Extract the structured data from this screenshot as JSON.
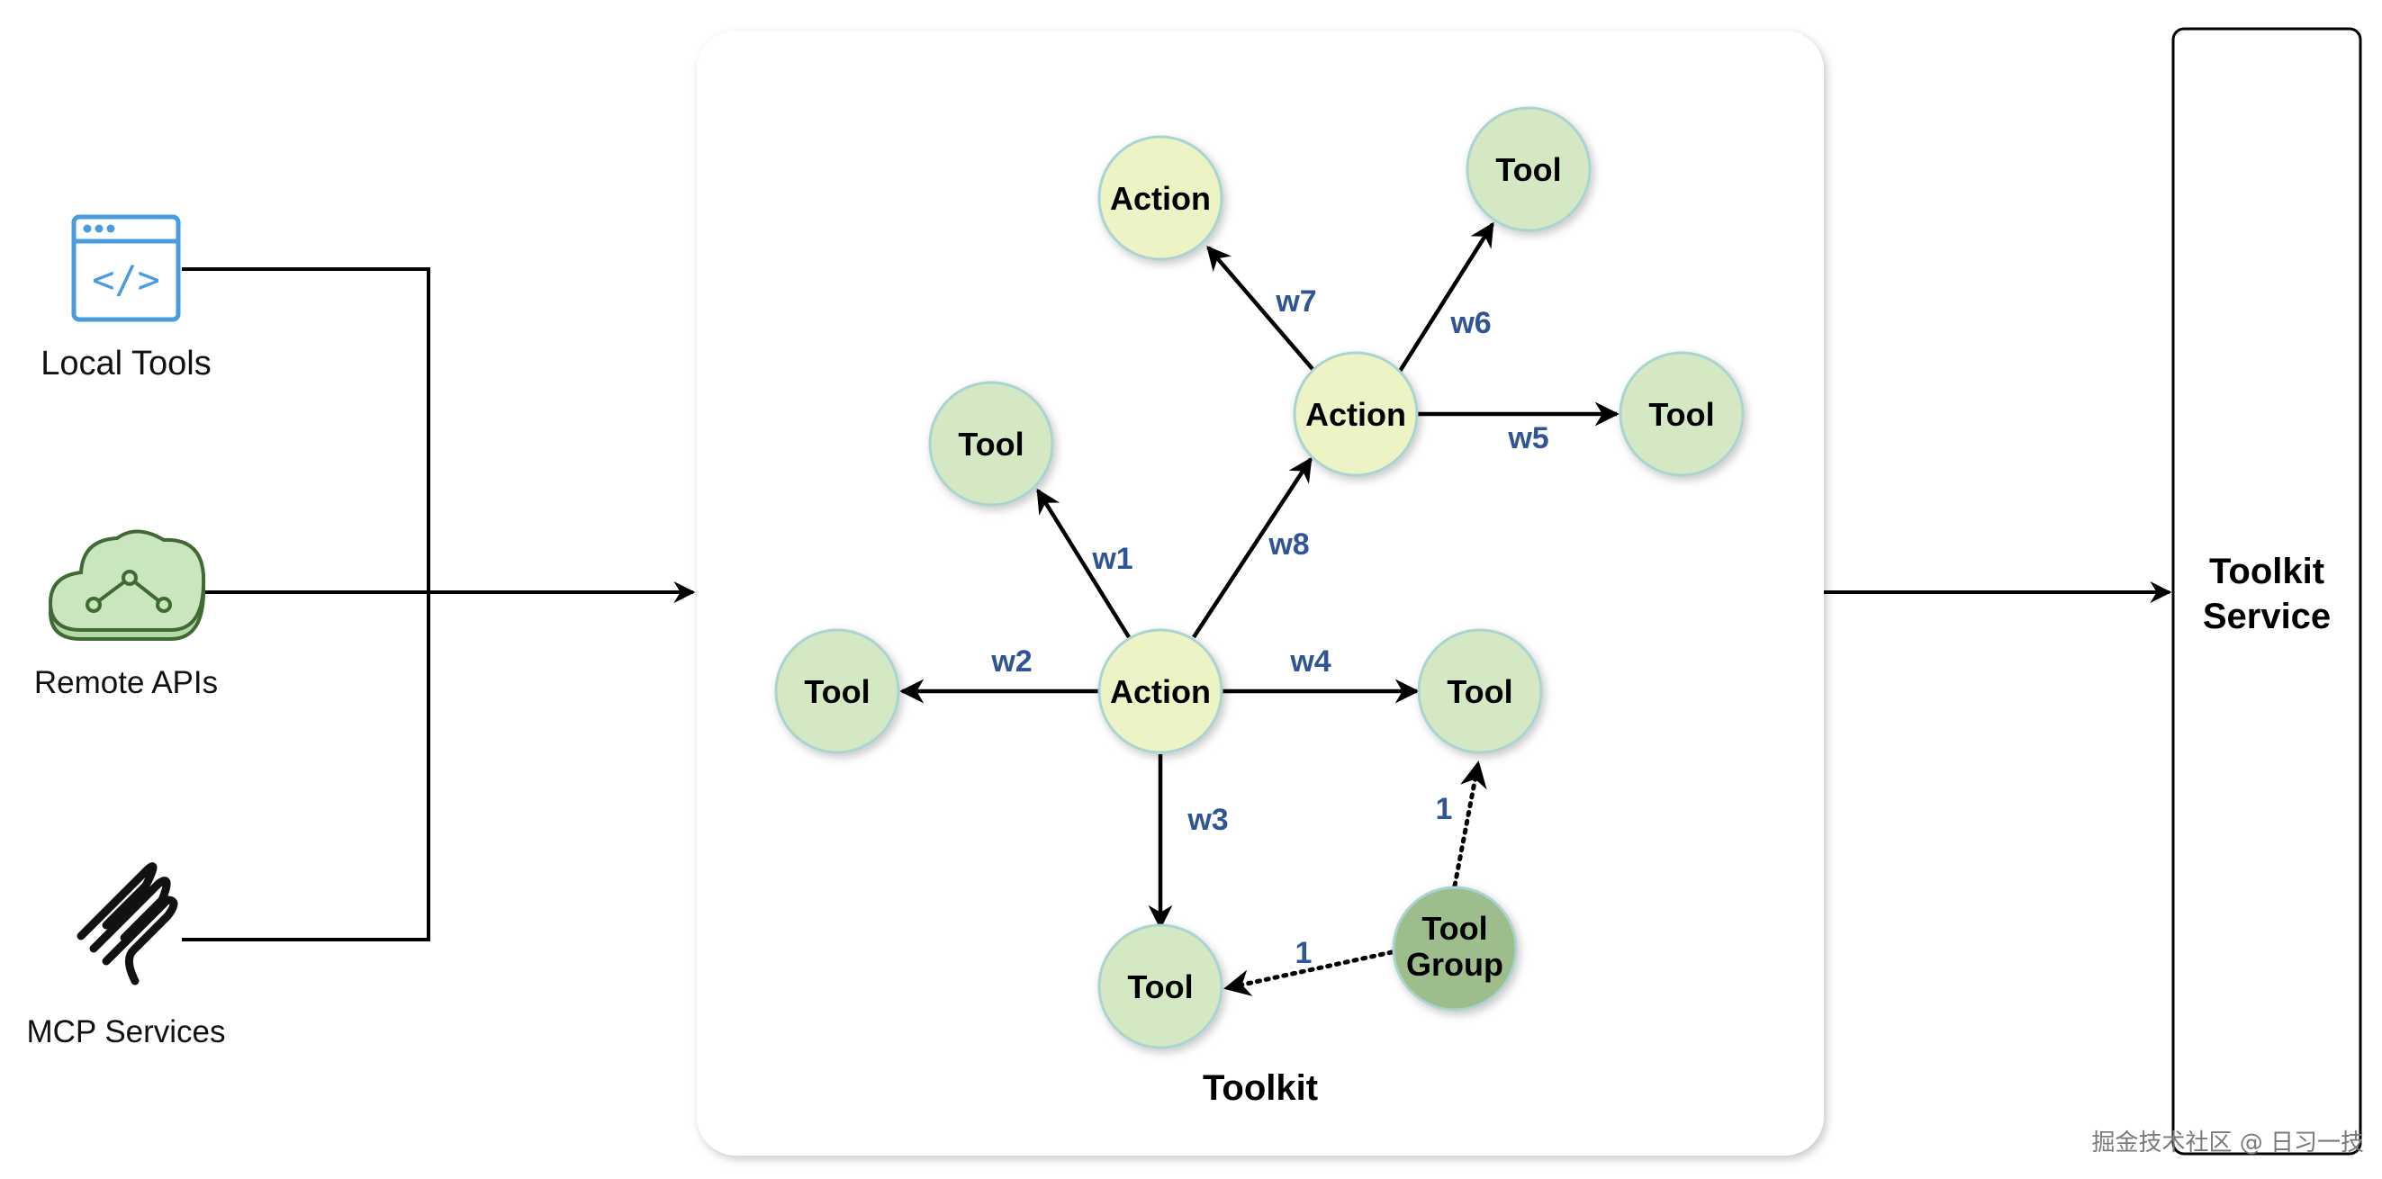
{
  "sources": {
    "local_tools": "Local Tools",
    "remote_apis": "Remote APIs",
    "mcp_services": "MCP Services"
  },
  "toolkit": {
    "title": "Toolkit",
    "nodes": {
      "action_center": "Action",
      "action_upper": "Action",
      "action_top": "Action",
      "tool_left": "Tool",
      "tool_upper_left": "Tool",
      "tool_right": "Tool",
      "tool_bottom": "Tool",
      "tool_top_right": "Tool",
      "tool_far_right": "Tool",
      "tool_group_line1": "Tool",
      "tool_group_line2": "Group"
    },
    "edges": {
      "w1": "w1",
      "w2": "w2",
      "w3": "w3",
      "w4": "w4",
      "w5": "w5",
      "w6": "w6",
      "w7": "w7",
      "w8": "w8",
      "group_to_tool_right": "1",
      "group_to_tool_bottom": "1"
    }
  },
  "service": {
    "line1": "Toolkit",
    "line2": "Service"
  },
  "watermark": "掘金技术社区 @ 日习一技",
  "colors": {
    "action_fill": "#eef3c6",
    "tool_fill": "#d5e8c4",
    "group_fill": "#9dbd8d",
    "node_stroke": "#a9d4cf",
    "edge_label": "#2f5597",
    "local_tools_icon": "#4a9ce0",
    "cloud_fill": "#c9e6bf",
    "cloud_stroke": "#3f6b32"
  }
}
